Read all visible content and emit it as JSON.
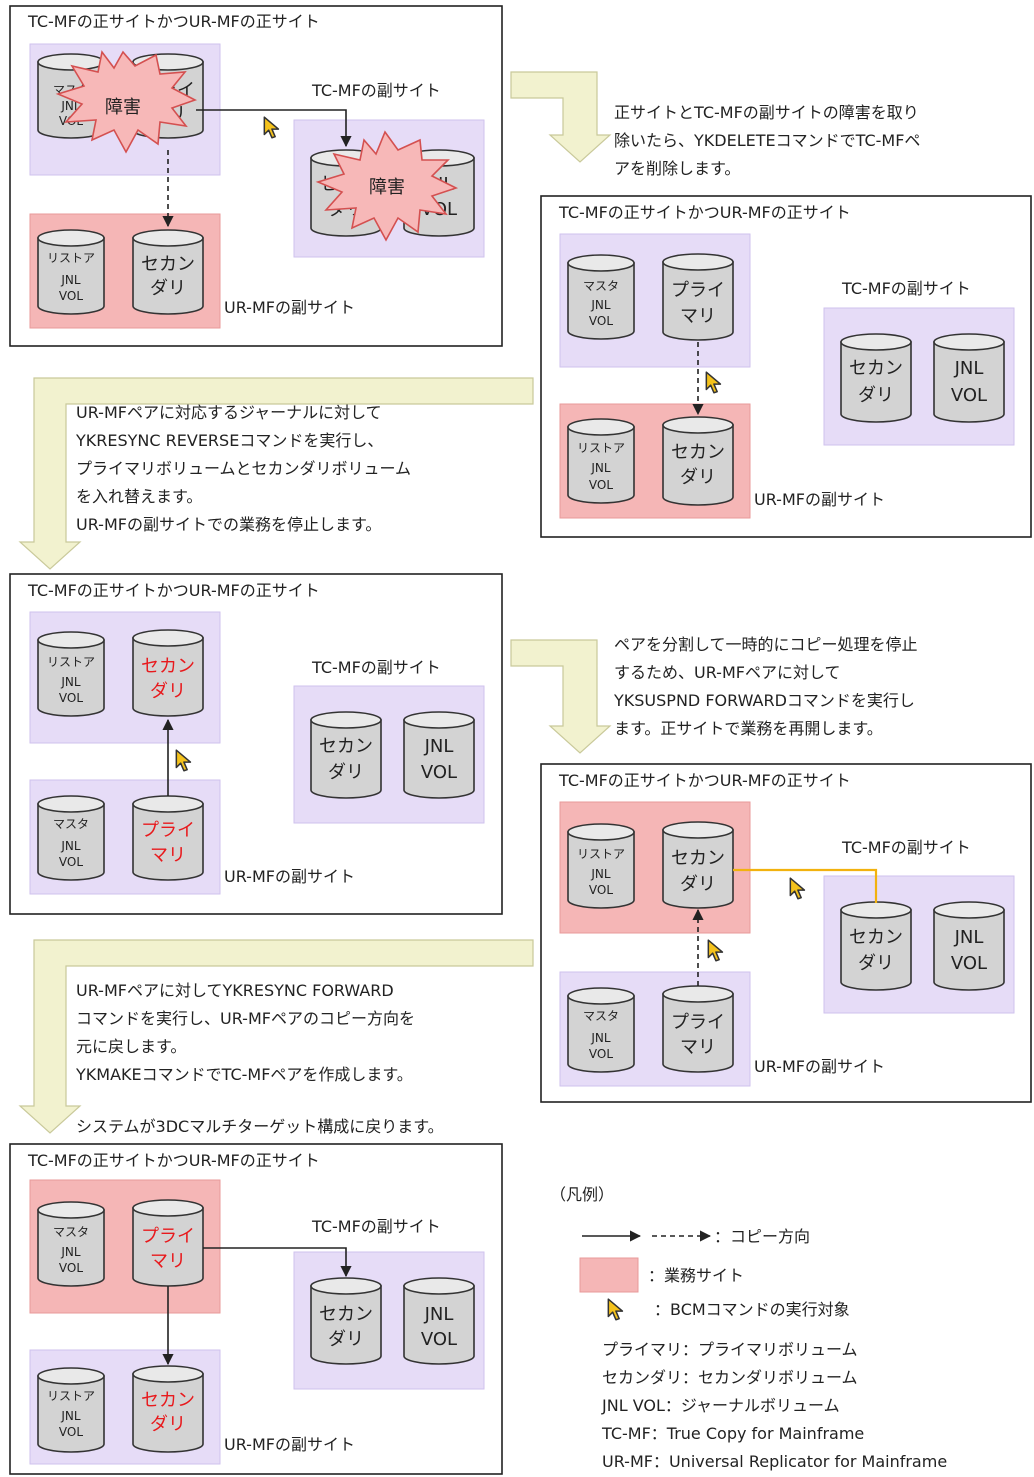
{
  "labels": {
    "tc_ur_primary": "TC-MFの正サイトかつUR-MFの正サイト",
    "tc_secondary": "TC-MFの副サイト",
    "ur_secondary": "UR-MFの副サイト",
    "failure": "障害"
  },
  "volumes": {
    "master_jnl": [
      "マスタ",
      "JNL",
      "VOL"
    ],
    "restore_jnl": [
      "リストア",
      "JNL",
      "VOL"
    ],
    "primary": [
      "プライ",
      "マリ"
    ],
    "secondary": [
      "セカン",
      "ダリ"
    ],
    "jnl_vol": [
      "JNL",
      "VOL"
    ]
  },
  "steps": [
    [
      "正サイトとTC-MFの副サイトの障害を取り",
      "除いたら、YKDELETEコマンドでTC-MFペ",
      "アを削除します。"
    ],
    [
      "UR-MFペアに対応するジャーナルに対して",
      "YKRESYNC REVERSEコマンドを実行し、",
      "プライマリボリュームとセカンダリボリューム",
      "を入れ替えます。",
      "UR-MFの副サイトでの業務を停止します。"
    ],
    [
      "ペアを分割して一時的にコピー処理を停止",
      "するため、UR-MFペアに対して",
      "YKSUSPND FORWARDコマンドを実行し",
      "ます。正サイトで業務を再開します。"
    ],
    [
      "UR-MFペアに対してYKRESYNC FORWARD",
      "コマンドを実行し、UR-MFペアのコピー方向を",
      "元に戻します。",
      "YKMAKEコマンドでTC-MFペアを作成します。"
    ]
  ],
  "final_note": "システムが3DCマルチターゲット構成に戻ります。",
  "legend": {
    "title": "（凡例）",
    "copy_direction": "：コピー方向",
    "work_site": "：業務サイト",
    "bcm_target": "：BCMコマンドの実行対象",
    "definitions": [
      "プライマリ：プライマリボリューム",
      "セカンダリ：セカンダリボリューム",
      "JNL VOL：ジャーナルボリューム",
      "TC-MF：True Copy for Mainframe",
      "UR-MF：Universal Replicator for Mainframe"
    ]
  },
  "colors": {
    "work_site": "#f5b6b6",
    "secondary_site": "#e6dcf7",
    "highlight_text": "#e8191c",
    "tc_link": "#f2b20f",
    "flow_arrow": "#f2f2cf"
  }
}
